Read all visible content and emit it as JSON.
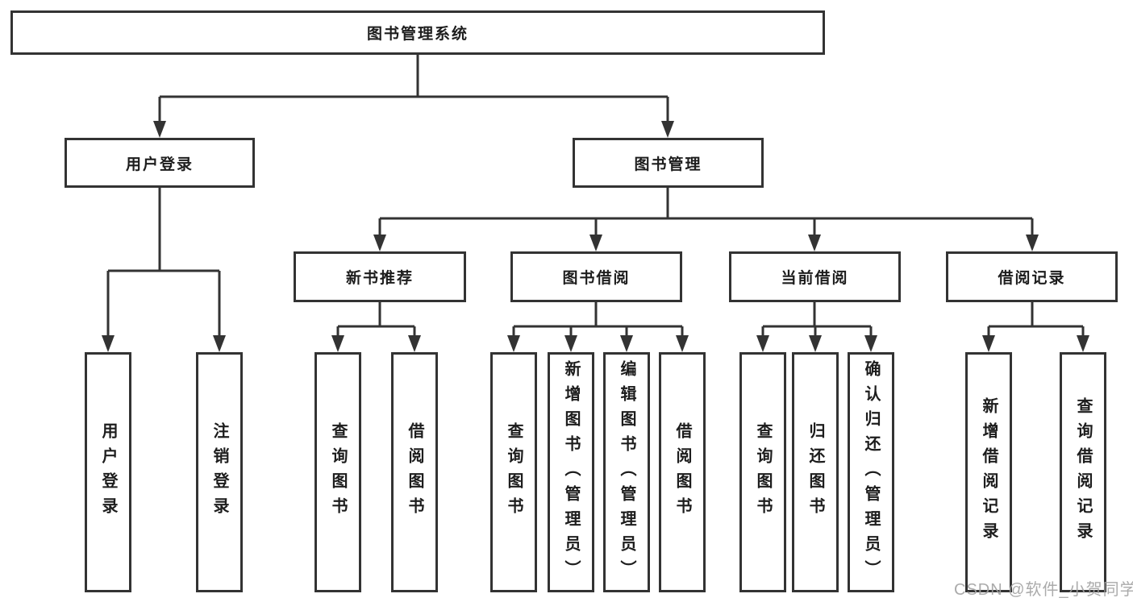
{
  "nodes": {
    "root": "图书管理系统",
    "branches": [
      {
        "label": "用户登录",
        "children": [
          "用户登录",
          "注销登录"
        ]
      },
      {
        "label": "图书管理",
        "groups": [
          {
            "label": "新书推荐",
            "children": [
              "查询图书",
              "借阅图书"
            ]
          },
          {
            "label": "图书借阅",
            "children": [
              "查询图书",
              "新增图书（管理员）",
              "编辑图书（管理员）",
              "借阅图书"
            ]
          },
          {
            "label": "当前借阅",
            "children": [
              "查询图书",
              "归还图书",
              "确认归还（管理员）"
            ]
          },
          {
            "label": "借阅记录",
            "children": [
              "新增借阅记录",
              "查询借阅记录"
            ]
          }
        ]
      }
    ]
  },
  "watermark": "CSDN @软件_小贺同学",
  "colors": {
    "line": "#333333",
    "box_border": "#333333",
    "text": "#1d1d1d",
    "watermark": "#a2a2a2",
    "background": "#ffffff"
  }
}
